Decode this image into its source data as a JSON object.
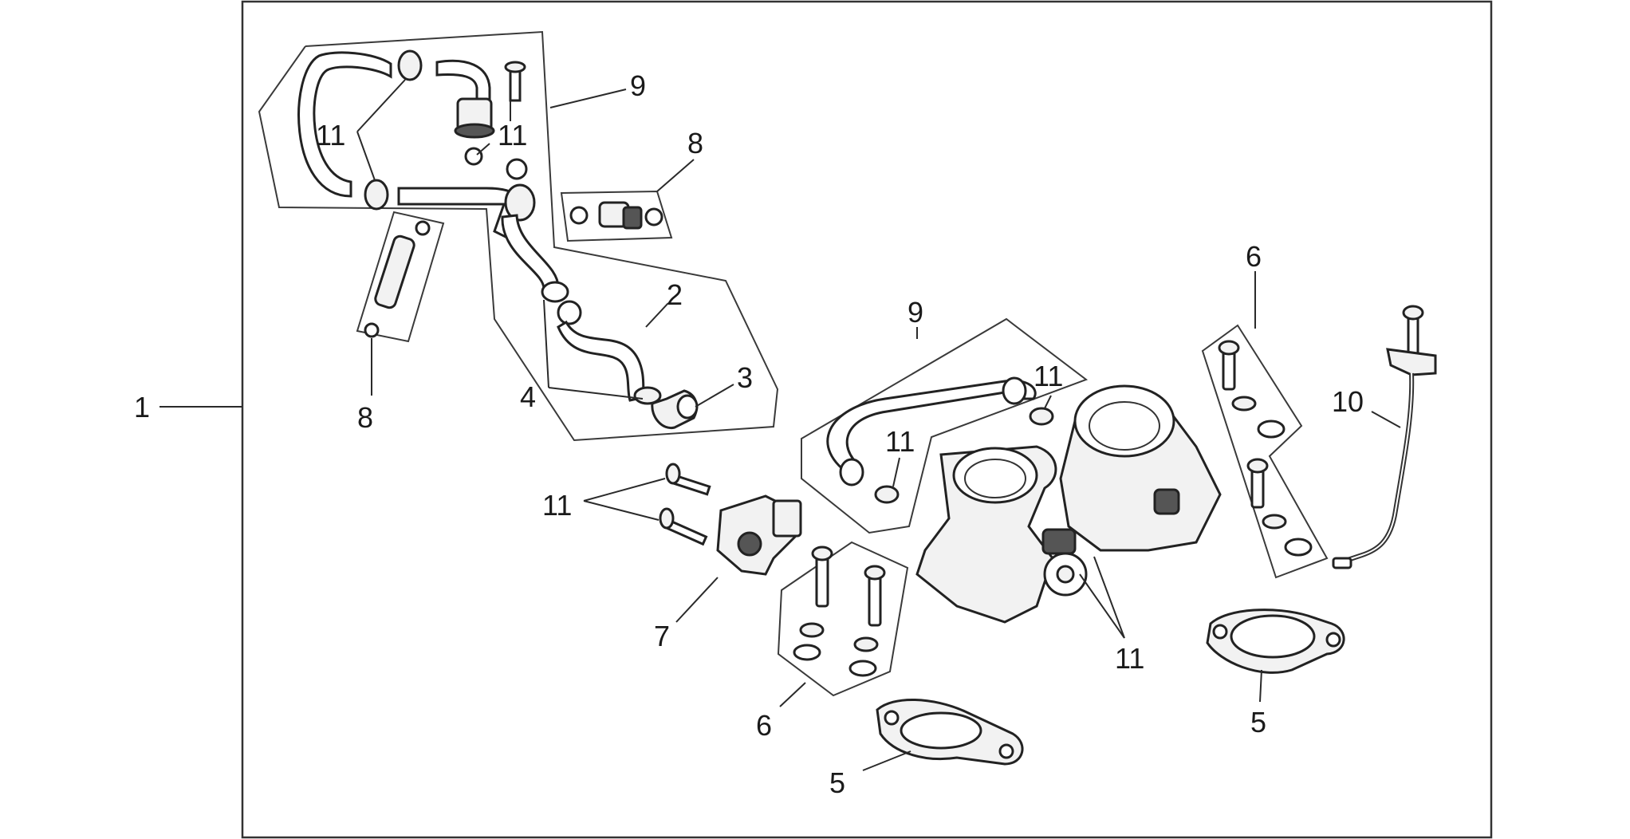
{
  "labels": {
    "assembly": "1",
    "hose_2": "2",
    "elbow_3": "3",
    "clamp_4": "4",
    "gasket_5_center": "5",
    "gasket_5_right": "5",
    "screws_6_center": "6",
    "screws_6_right": "6",
    "sensor_7": "7",
    "injector_8_left": "8",
    "plate_8_top": "8",
    "hose_9_top": "9",
    "hose_9_center": "9",
    "cable_10": "10",
    "clip_11_topleft": "11",
    "clip_11_topmid": "11",
    "clip_11_center_a": "11",
    "clip_11_center_b": "11",
    "screws_11_left": "11",
    "clips_11_throttle": "11"
  }
}
